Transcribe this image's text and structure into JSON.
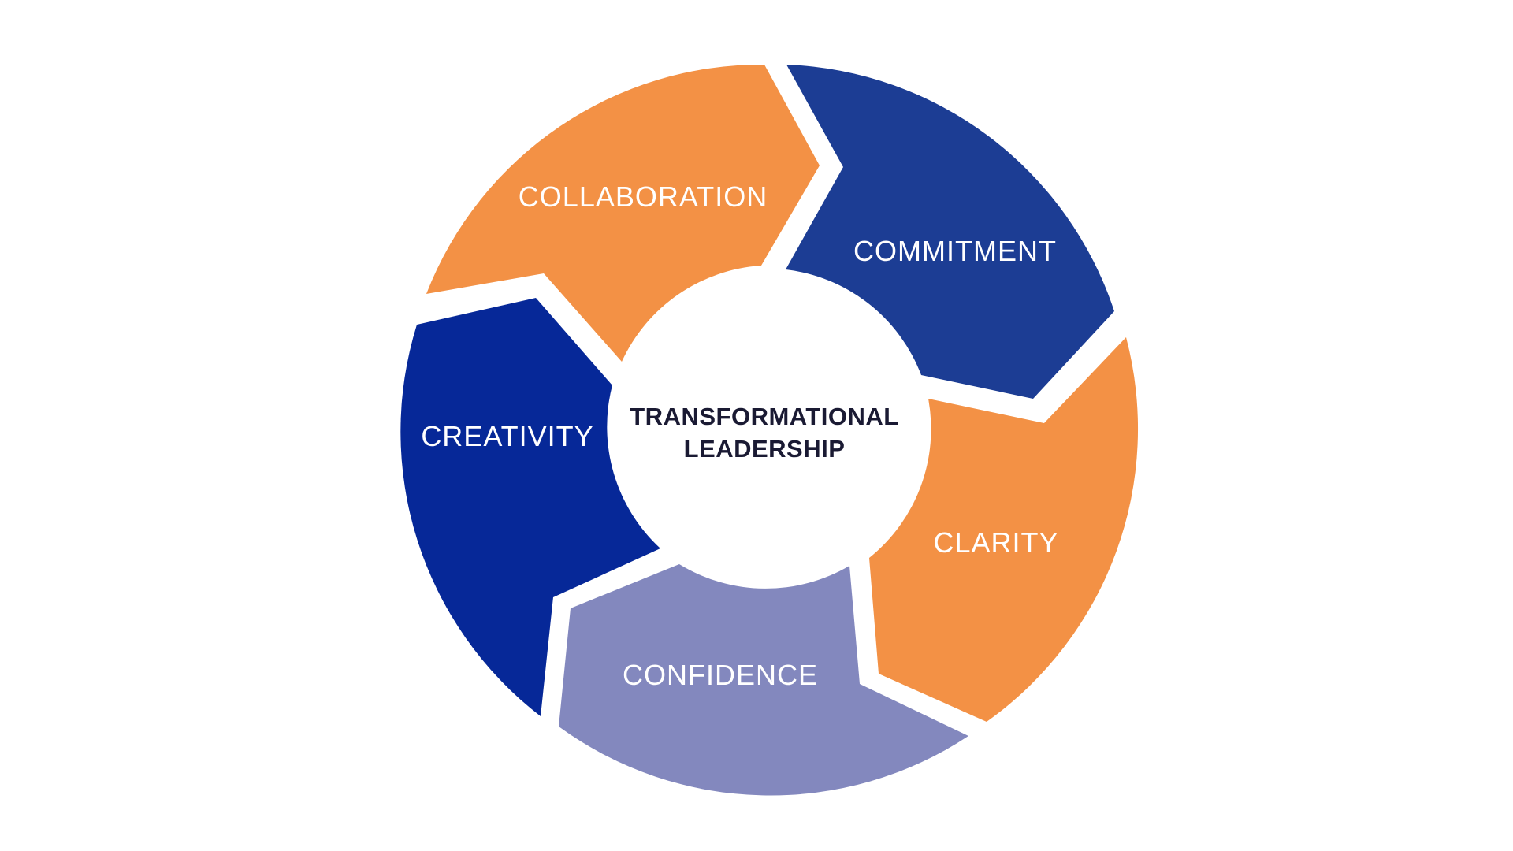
{
  "center": {
    "line1": "TRANSFORMATIONAL",
    "line2": "LEADERSHIP"
  },
  "segments": [
    {
      "label": "COLLABORATION",
      "color": "#F39145"
    },
    {
      "label": "COMMITMENT",
      "color": "#1C3D94"
    },
    {
      "label": "CLARITY",
      "color": "#F39145"
    },
    {
      "label": "CONFIDENCE",
      "color": "#8388BE"
    },
    {
      "label": "CREATIVITY",
      "color": "#062898"
    }
  ]
}
